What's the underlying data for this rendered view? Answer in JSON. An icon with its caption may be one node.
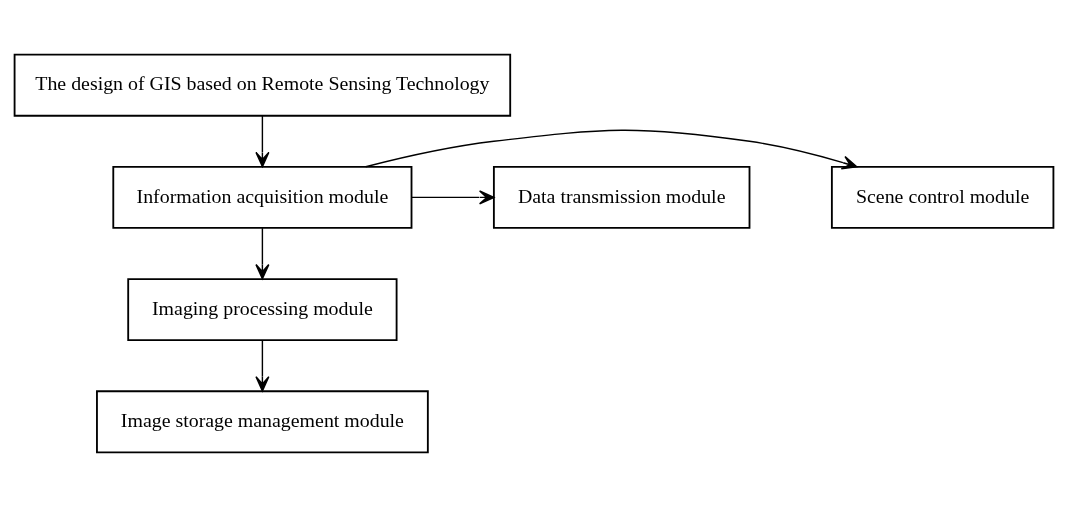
{
  "diagram": {
    "nodes": [
      {
        "text": [
          "The design of GIS based on Remote Sensing Technology"
        ]
      },
      {
        "text": [
          "Scene control module"
        ]
      },
      {
        "text": [
          "Information acquisition module"
        ]
      },
      {
        "text": [
          "Data transmission module"
        ]
      },
      {
        "text": [
          "Imaging processing module"
        ]
      },
      {
        "text": [
          "Image storage management module"
        ]
      }
    ],
    "edges": [
      {
        "from": 0,
        "to": 2,
        "arrow": "to"
      },
      {
        "from": 2,
        "to": 1,
        "arrow": "to"
      },
      {
        "from": 2,
        "to": 3,
        "arrow": "to"
      },
      {
        "from": 2,
        "to": 4,
        "arrow": "to"
      },
      {
        "from": 4,
        "to": 5,
        "arrow": "to"
      }
    ]
  }
}
